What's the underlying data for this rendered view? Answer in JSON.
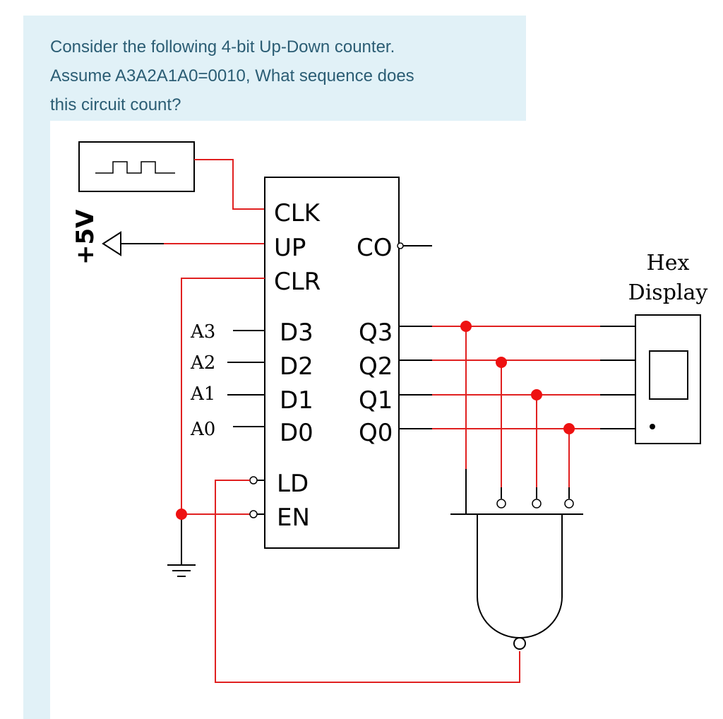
{
  "question": {
    "lines": [
      "Consider the following 4-bit Up-Down counter.",
      "Assume A3A2A1A0=0010, What sequence does",
      "this circuit count?"
    ]
  },
  "circuit": {
    "supply_label": "+5V",
    "chip_pins_left": {
      "clk": "CLK",
      "up": "UP",
      "clr": "CLR",
      "d3": "D3",
      "d2": "D2",
      "d1": "D1",
      "d0": "D0",
      "ld": "LD",
      "en": "EN"
    },
    "chip_pins_right": {
      "co": "CO",
      "q3": "Q3",
      "q2": "Q2",
      "q1": "Q1",
      "q0": "Q0"
    },
    "inputs": {
      "a3": "A3",
      "a2": "A2",
      "a1": "A1",
      "a0": "A0"
    },
    "display": {
      "line1": "Hex",
      "line2": "Display"
    },
    "colors": {
      "wire": "#e02020",
      "node": "#ee1111",
      "ink": "#000000",
      "panel": "#e1f1f7",
      "text": "#2b5d74"
    }
  }
}
